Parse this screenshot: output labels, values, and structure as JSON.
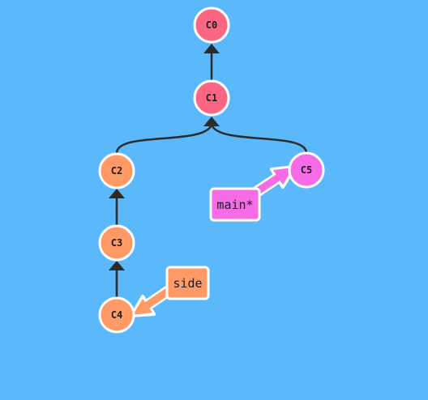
{
  "commits": [
    {
      "id": "C0",
      "label": "C0",
      "color": "#fb6685"
    },
    {
      "id": "C1",
      "label": "C1",
      "color": "#fb6685"
    },
    {
      "id": "C2",
      "label": "C2",
      "color": "#ff9a66"
    },
    {
      "id": "C3",
      "label": "C3",
      "color": "#ff9a66"
    },
    {
      "id": "C4",
      "label": "C4",
      "color": "#ff9a66"
    },
    {
      "id": "C5",
      "label": "C5",
      "color": "#f56ce6"
    }
  ],
  "parent_links": [
    {
      "child": "C1",
      "parent": "C0"
    },
    {
      "child": "C2",
      "parent": "C1"
    },
    {
      "child": "C5",
      "parent": "C1"
    },
    {
      "child": "C3",
      "parent": "C2"
    },
    {
      "child": "C4",
      "parent": "C3"
    }
  ],
  "branches": [
    {
      "name": "main*",
      "target": "C5",
      "color": "#f56ce6"
    },
    {
      "name": "side",
      "target": "C4",
      "color": "#ff9a66"
    }
  ],
  "colors": {
    "background": "#5bb8fb",
    "edge": "#2b2b2b",
    "node_stroke": "#ffffff"
  }
}
